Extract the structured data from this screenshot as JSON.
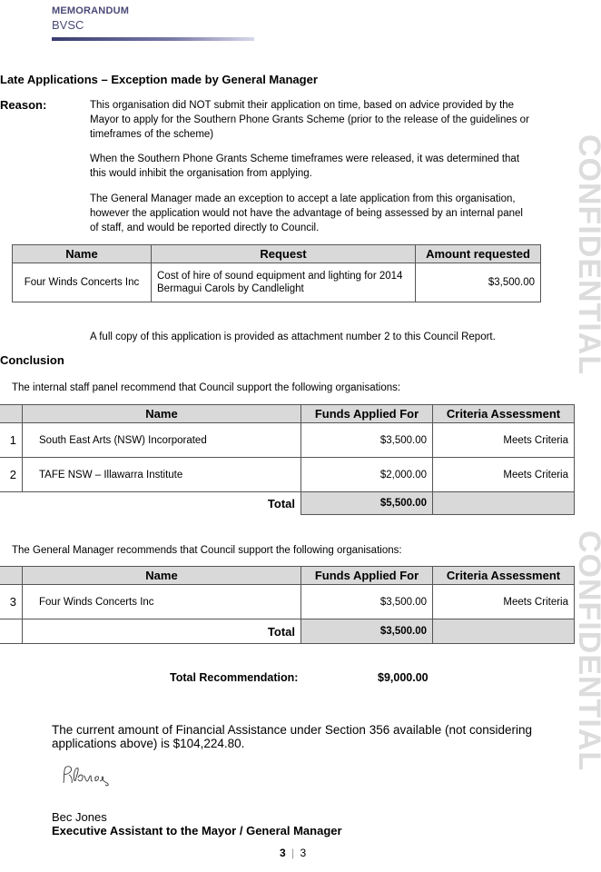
{
  "header": {
    "title": "MEMORANDUM",
    "subtitle": "BVSC"
  },
  "late": {
    "heading": "Late Applications – Exception made by General Manager",
    "reason_label": "Reason:",
    "p1": "This organisation did NOT submit their application on time, based on advice provided by the Mayor to apply for the Southern Phone Grants Scheme (prior to the release of the guidelines or timeframes of the scheme)",
    "p2": "When the Southern Phone Grants Scheme timeframes were released, it was determined that this would inhibit the organisation from applying.",
    "p3": "The General Manager made an exception to accept a late application from this organisation, however the application would not have the advantage of being assessed by an internal panel of staff, and would be reported directly to Council.",
    "table": {
      "headers": [
        "Name",
        "Request",
        "Amount requested"
      ],
      "row": {
        "name": "Four Winds Concerts Inc",
        "request": "Cost of hire of sound equipment and lighting for 2014 Bermagui Carols by Candlelight",
        "amount": "$3,500.00"
      }
    },
    "note": "A full copy of this application is provided as attachment number 2 to this Council Report."
  },
  "conclusion": {
    "heading": "Conclusion",
    "staff_intro": "The internal staff panel recommend that Council support the following organisations:",
    "headers": [
      "Name",
      "Funds Applied For",
      "Criteria Assessment"
    ],
    "staff_rows": [
      {
        "num": "1",
        "name": "South East Arts (NSW) Incorporated",
        "funds": "$3,500.00",
        "criteria": "Meets Criteria"
      },
      {
        "num": "2",
        "name": "TAFE NSW – Illawarra Institute",
        "funds": "$2,000.00",
        "criteria": "Meets Criteria"
      }
    ],
    "staff_total_label": "Total",
    "staff_total": "$5,500.00",
    "gm_intro": "The General Manager recommends that Council support the following organisations:",
    "gm_rows": [
      {
        "num": "3",
        "name": "Four Winds Concerts Inc",
        "funds": "$3,500.00",
        "criteria": "Meets Criteria"
      }
    ],
    "gm_total_label": "Total",
    "gm_total": "$3,500.00",
    "total_rec_label": "Total Recommendation:",
    "total_rec_value": "$9,000.00"
  },
  "closing": {
    "para": "The current amount of Financial Assistance under Section 356 available (not considering applications above) is $104,224.80.",
    "signer": "Bec Jones",
    "role": "Executive Assistant to the Mayor / General Manager"
  },
  "footer": {
    "page": "3",
    "pages": "3"
  },
  "watermark": {
    "text": "CONFIDENTIAL"
  }
}
